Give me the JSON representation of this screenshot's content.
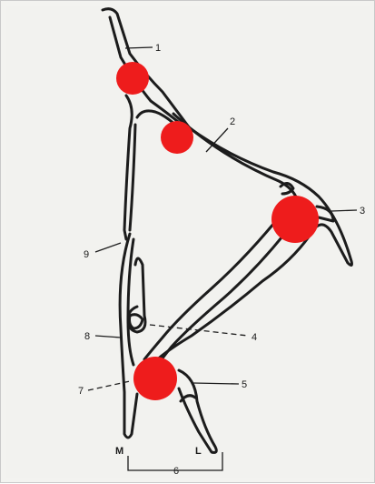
{
  "diagram": {
    "markers": [
      {
        "id": "marker-1",
        "color": "#ee1c1c"
      },
      {
        "id": "marker-2",
        "color": "#ee1c1c"
      },
      {
        "id": "marker-3",
        "color": "#ee1c1c"
      },
      {
        "id": "marker-4",
        "color": "#ee1c1c"
      }
    ],
    "labels": {
      "l1": "1",
      "l2": "2",
      "l3": "3",
      "l4": "4",
      "l5": "5",
      "l6": "6",
      "l7": "7",
      "l8": "8",
      "l9": "9",
      "medial": "M",
      "lateral": "L"
    },
    "colors": {
      "outline": "#1c1c1c",
      "marker": "#ee1c1c",
      "paper": "#f2f2ef"
    }
  }
}
